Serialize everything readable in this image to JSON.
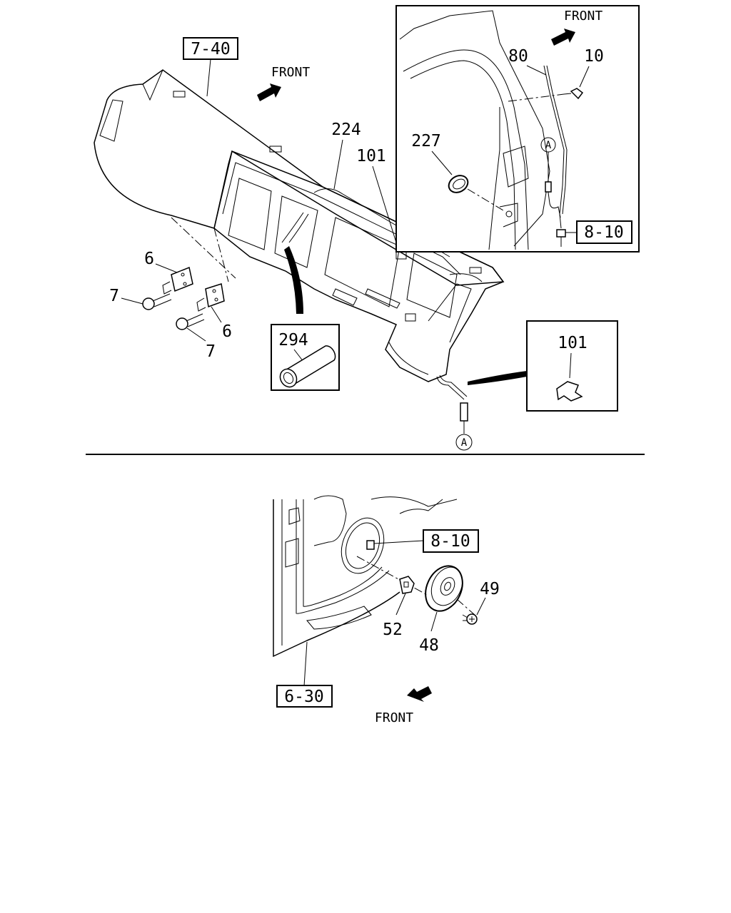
{
  "front_labels": {
    "top_main": "FRONT",
    "top_inset": "FRONT",
    "bottom": "FRONT"
  },
  "boxed_refs": {
    "top_main": "7-40",
    "inset": "8-10",
    "bottom_speaker": "8-10",
    "bottom_door": "6-30"
  },
  "part_numbers": {
    "p224": "224",
    "p101_main": "101",
    "p101_box": "101",
    "p227": "227",
    "p80": "80",
    "p10": "10",
    "p6_a": "6",
    "p6_b": "6",
    "p7_a": "7",
    "p7_b": "7",
    "p294": "294",
    "p49": "49",
    "p52": "52",
    "p48": "48"
  },
  "connector_marks": {
    "a_inset": "A",
    "a_main": "A"
  }
}
